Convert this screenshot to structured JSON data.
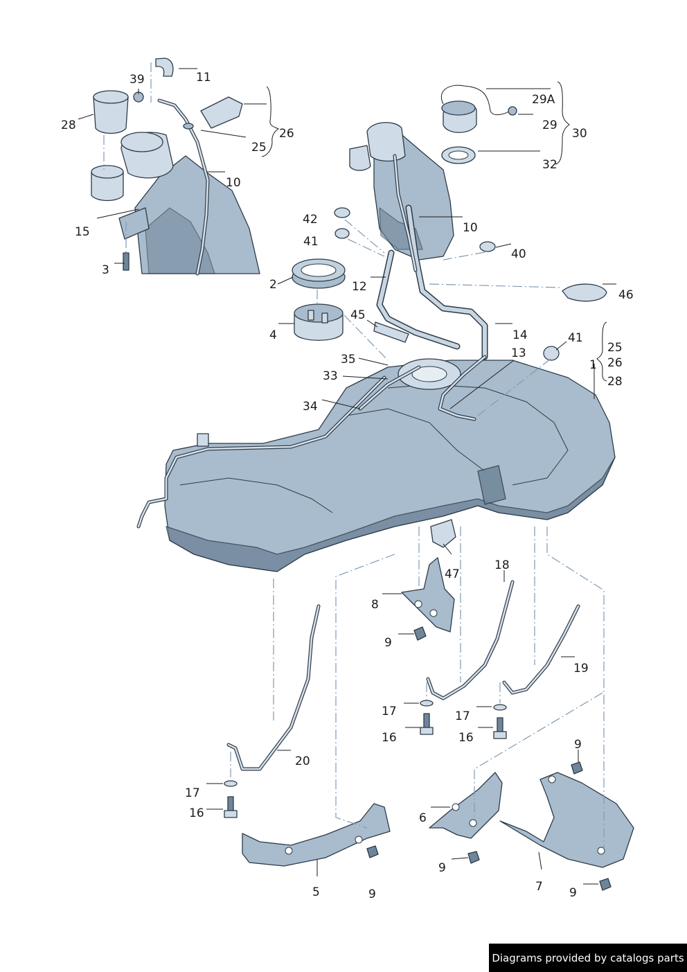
{
  "diagram": {
    "labels": {
      "p1": "1",
      "p2": "2",
      "p3": "3",
      "p4": "4",
      "p5": "5",
      "p6": "6",
      "p7": "7",
      "p8": "8",
      "p9a": "9",
      "p9b": "9",
      "p9c": "9",
      "p9d": "9",
      "p9e": "9",
      "p10a": "10",
      "p10b": "10",
      "p11": "11",
      "p12": "12",
      "p13": "13",
      "p14": "14",
      "p15": "15",
      "p16a": "16",
      "p16b": "16",
      "p16c": "16",
      "p17a": "17",
      "p17b": "17",
      "p17c": "17",
      "p18": "18",
      "p19": "19",
      "p20": "20",
      "p25a": "25",
      "p25b": "25",
      "p26a": "26",
      "p26b": "26",
      "p28a": "28",
      "p28b": "28",
      "p29": "29",
      "p29a": "29A",
      "p30": "30",
      "p32": "32",
      "p33": "33",
      "p34": "34",
      "p35": "35",
      "p39": "39",
      "p40": "40",
      "p41a": "41",
      "p41b": "41",
      "p42": "42",
      "p45": "45",
      "p46": "46",
      "p47": "47"
    },
    "colors": {
      "part_fill": "#a9bccd",
      "part_dark": "#6f8599",
      "outline": "#2c3a47",
      "leader_dash": "#7f9ab3"
    }
  },
  "footer": {
    "credit": "Diagrams provided by catalogs parts"
  }
}
